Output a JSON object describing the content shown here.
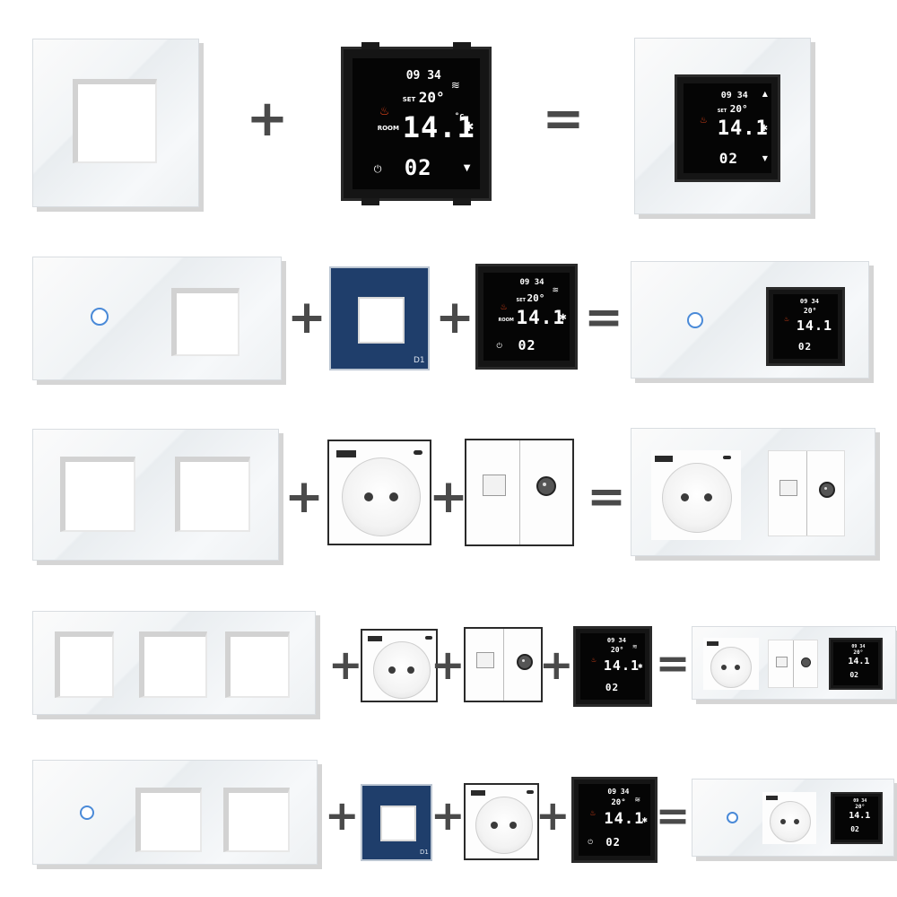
{
  "operators": {
    "plus": "+",
    "equals": "="
  },
  "thermostat": {
    "time": "09 34",
    "set_label": "SET",
    "set_temp": "20°",
    "room_label": "ROOM",
    "room_temp": "14.1",
    "unit": "°c",
    "mode": "02",
    "icons": [
      "flame-icon",
      "wifi-icon",
      "snowflake-icon",
      "arrow-up-icon",
      "arrow-down-icon",
      "power-icon"
    ]
  },
  "module_label": "D1",
  "colors": {
    "touch_ring": "#4a8ad8",
    "module_blue": "#1f3e6b",
    "operator": "#4a4a4a",
    "flame": "#e8461b"
  }
}
